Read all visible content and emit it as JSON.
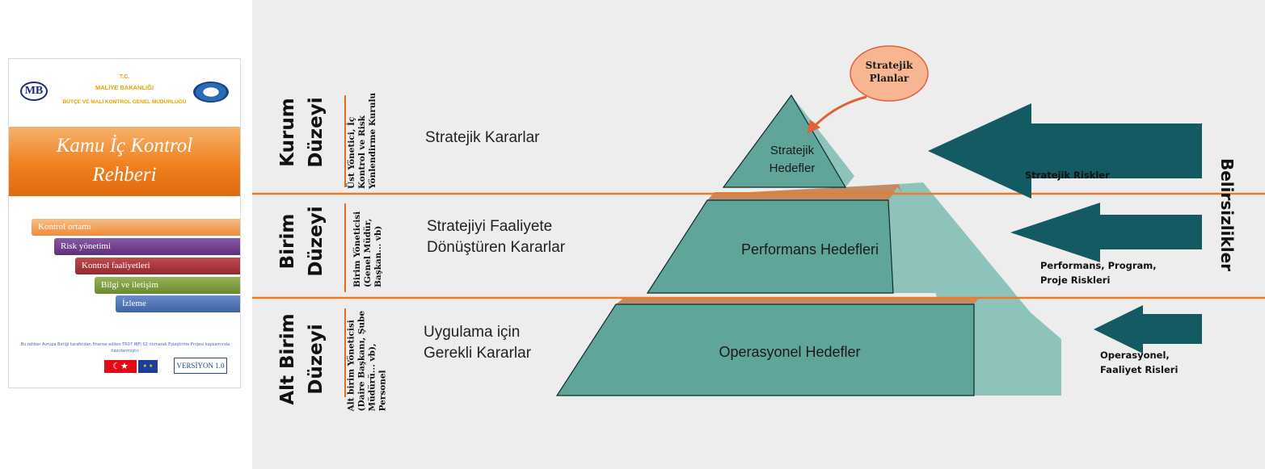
{
  "cover": {
    "header": {
      "line1": "T.C.",
      "line2": "MALİYE BAKANLIĞI",
      "line3": "BÜTÇE VE MALİ KONTROL GENEL MÜDÜRLÜĞÜ",
      "logo_text": "MB"
    },
    "title_line1": "Kamu İç Kontrol",
    "title_line2": "Rehberi",
    "steps": [
      {
        "label": "Kontrol ortamı",
        "color": "#f4a25a"
      },
      {
        "label": "Risk yönetimi",
        "color": "#6e3a8a"
      },
      {
        "label": "Kontrol faaliyetleri",
        "color": "#a8323a"
      },
      {
        "label": "Bilgi ve iletişim",
        "color": "#7a9a3a"
      },
      {
        "label": "İzleme",
        "color": "#4a6fb0"
      }
    ],
    "footer_note": "Bu rehber Avrupa Birliği tarafından finanse edilen TR07 IBFI 02 numaralı Eşleştirme Projesi kapsamında hazırlanmıştır.",
    "version": "VERSİYON 1.0"
  },
  "diagram": {
    "levels": [
      {
        "name_line1": "Kurum",
        "name_line2": "Düzeyi",
        "holder": "Üst Yönetici, İç Kontrol ve Risk Yönlendirme Kurulu",
        "decision_line1": "Stratejik Kararlar",
        "decision_line2": ""
      },
      {
        "name_line1": "Birim",
        "name_line2": "Düzeyi",
        "holder": "Birim Yöneticisi (Genel Müdür, Başkan... vb)",
        "decision_line1": "Stratejiyi Faaliyete",
        "decision_line2": "Dönüştüren Kararlar"
      },
      {
        "name_line1": "Alt Birim",
        "name_line2": "Düzeyi",
        "holder": "Alt birim Yöneticisi (Daire Başkanı, Şube Müdürü... vb), Personel",
        "decision_line1": "Uygulama için",
        "decision_line2": "Gerekli Kararlar"
      }
    ],
    "pyramid": {
      "callout_line1": "Stratejik",
      "callout_line2": "Planlar",
      "top_line1": "Stratejik",
      "top_line2": "Hedefler",
      "middle": "Performans Hedefleri",
      "bottom": "Operasyonel Hedefler"
    },
    "risks": [
      {
        "line1": "Stratejik Riskler",
        "line2": ""
      },
      {
        "line1": "Performans, Program,",
        "line2": "Proje Riskleri"
      },
      {
        "line1": "Operasyonel,",
        "line2": "Faaliyet Risleri"
      }
    ],
    "side_label": "Belirsizlikler",
    "colors": {
      "pyramid": "#5fa59a",
      "pyramid_side": "#8ec3bc",
      "arrow": "#145a63",
      "line": "#f07a20",
      "callout": "#f8b592"
    }
  }
}
